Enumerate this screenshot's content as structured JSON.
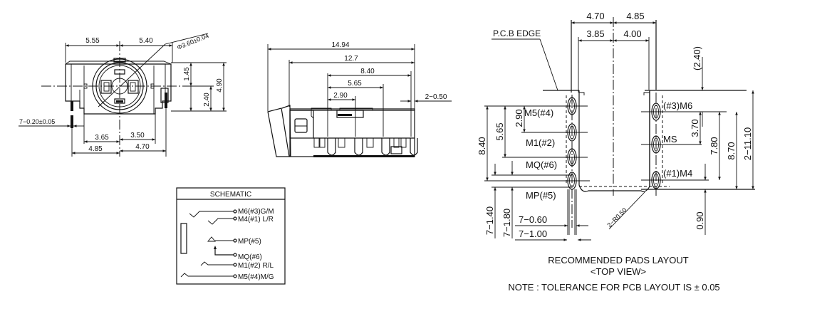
{
  "front_view": {
    "dims": {
      "width_left": "5.55",
      "width_right": "5.40",
      "hole_diameter": "Φ3.60±0.04",
      "top_to_center": "1.45",
      "center_to_bottom": "2.40",
      "total_height": "4.90",
      "pin_width": "7−0.20±0.05",
      "pin_left_inner": "3.65",
      "pin_right_inner": "3.50",
      "pin_left_outer": "4.85",
      "pin_right_outer": "4.70"
    }
  },
  "side_view": {
    "dims": {
      "overall_length": "14.94",
      "body_length": "12.7",
      "pin_span_1": "8.40",
      "pin_span_2": "5.65",
      "pin_span_3": "2.90",
      "pin_width": "2−0.50"
    }
  },
  "schematic": {
    "title": "SCHEMATIC",
    "pins": [
      {
        "label": "M6(#3)G/M"
      },
      {
        "label": "M4(#1) L/R"
      },
      {
        "label": "MP(#5)"
      },
      {
        "label": "MQ(#6)"
      },
      {
        "label": "M1(#2) R/L"
      },
      {
        "label": "M5(#4)M/G"
      }
    ]
  },
  "pads_layout": {
    "pcb_edge_label": "P.C.B EDGE",
    "top_dims": {
      "left_outer": "4.70",
      "right_outer": "4.85",
      "left_inner": "3.85",
      "right_inner": "4.00"
    },
    "left_pads": [
      "M5(#4)",
      "M1(#2)",
      "MQ(#6)",
      "MP(#5)"
    ],
    "right_pads": [
      "(#3)M6",
      "MS",
      "(#1)M4"
    ],
    "left_dims": {
      "d1": "2.90",
      "d2": "5.65",
      "d3": "8.40",
      "d4": "7−1.40",
      "d5": "7−1.80"
    },
    "bottom_dims": {
      "pad_width_1": "7−0.60",
      "pad_width_2": "7−1.00",
      "radius": "2−R0.50"
    },
    "right_dims": {
      "ref": "(2.40)",
      "d1": "3.70",
      "d2": "7.80",
      "d3": "8.70",
      "d4": "2−11.10",
      "d5": "0.90"
    },
    "caption_title": "RECOMMENDED PADS LAYOUT",
    "caption_view": "<TOP VIEW>",
    "note": "NOTE : TOLERANCE FOR PCB LAYOUT IS ± 0.05"
  }
}
